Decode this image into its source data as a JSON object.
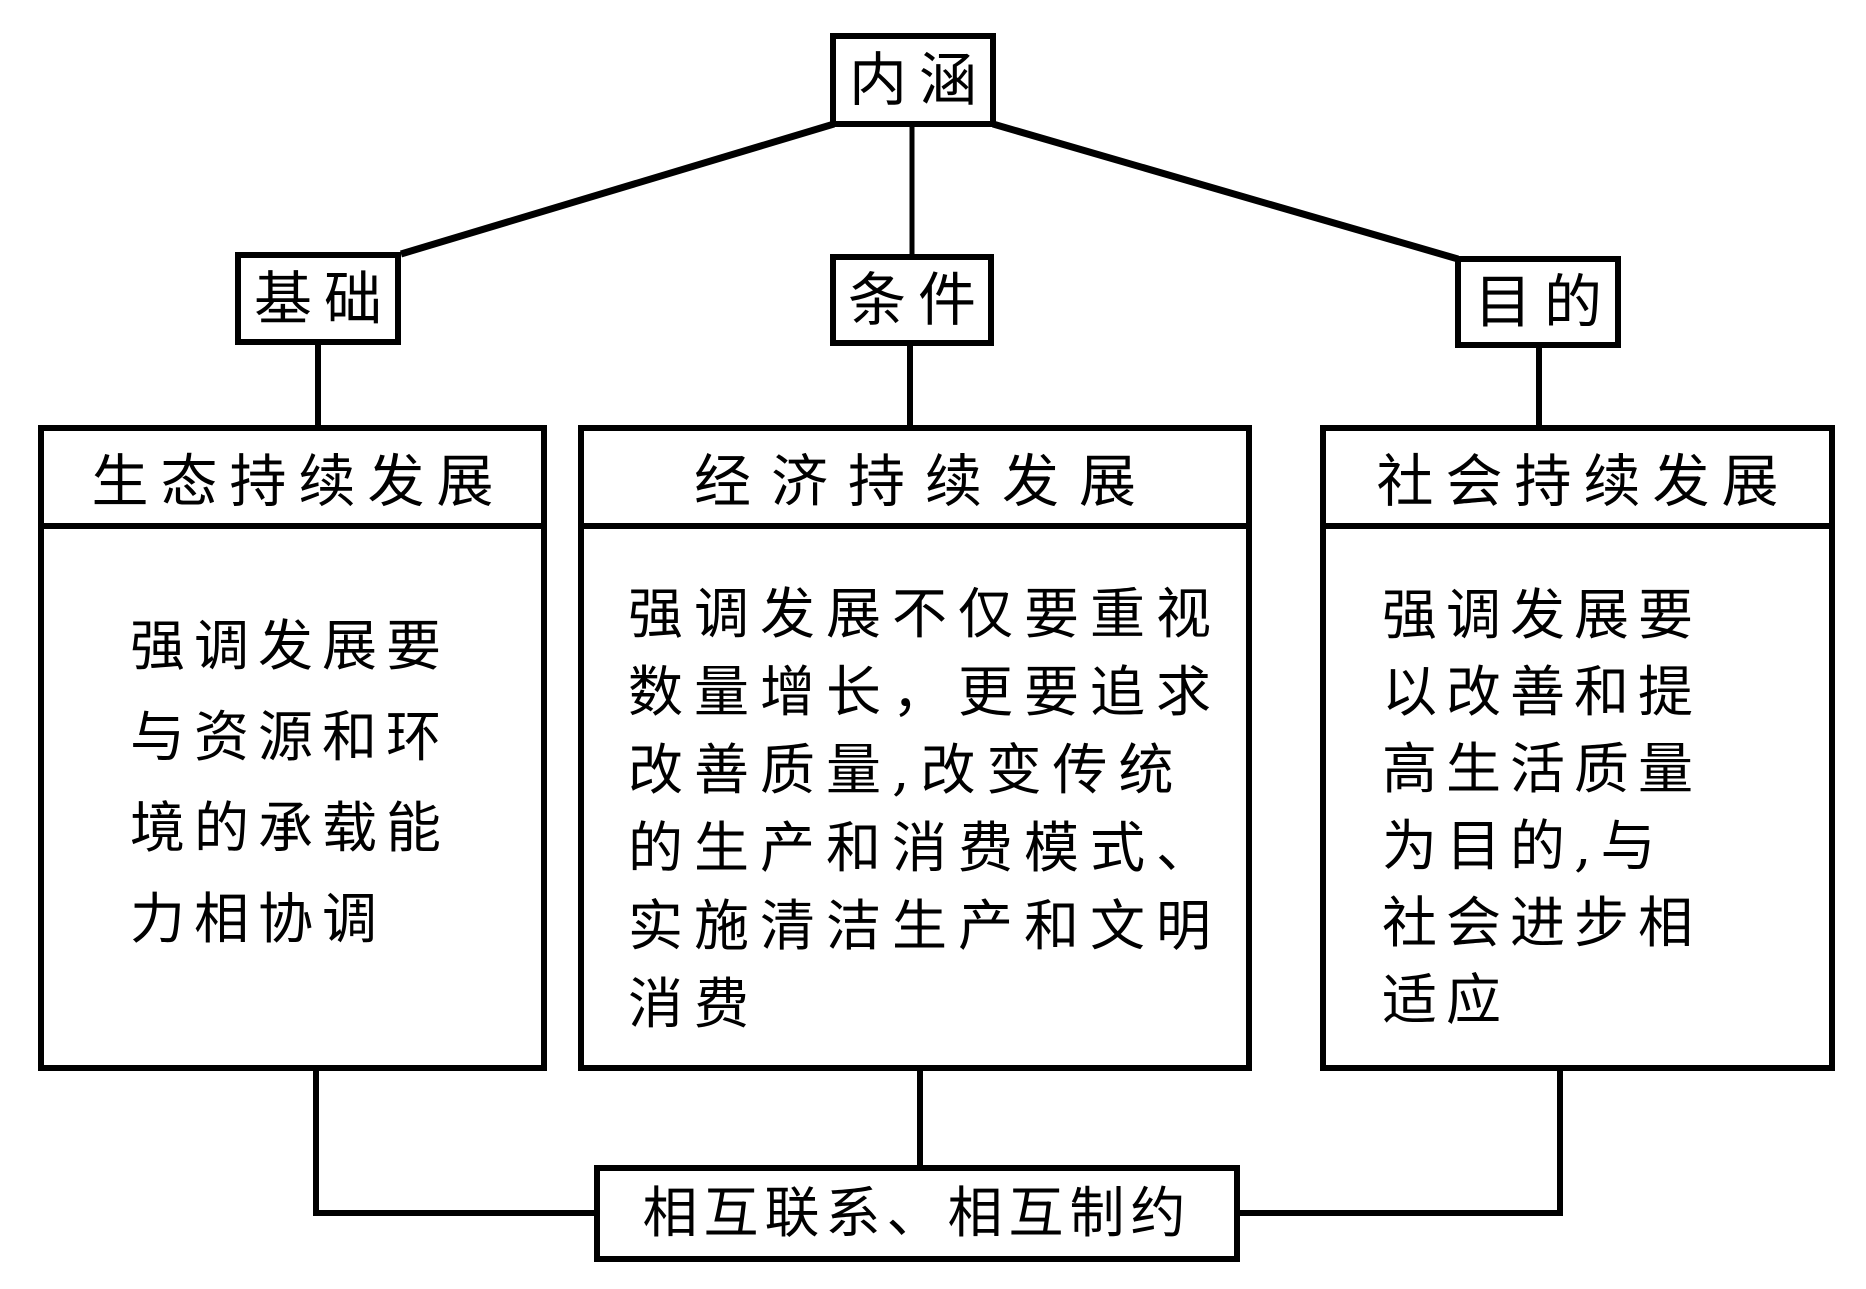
{
  "root": {
    "label": "内涵"
  },
  "level2": {
    "basis": "基础",
    "condition": "条件",
    "purpose": "目的"
  },
  "columns": [
    {
      "title": "生态持续发展",
      "body": "强调发展要\n与资源和环\n境的承载能\n力相协调"
    },
    {
      "title": "经济持续发展",
      "body": "强调发展不仅要重视\n数量增长，更要追求\n改善质量,改变传统\n的生产和消费模式、\n实施清洁生产和文明\n消费"
    },
    {
      "title": "社会持续发展",
      "body": "强调发展要\n以改善和提\n高生活质量\n为目的,与\n社会进步相\n适应"
    }
  ],
  "footer": {
    "label": "相互联系、相互制约"
  },
  "colors": {
    "ink": "#000000",
    "paper": "#ffffff"
  }
}
